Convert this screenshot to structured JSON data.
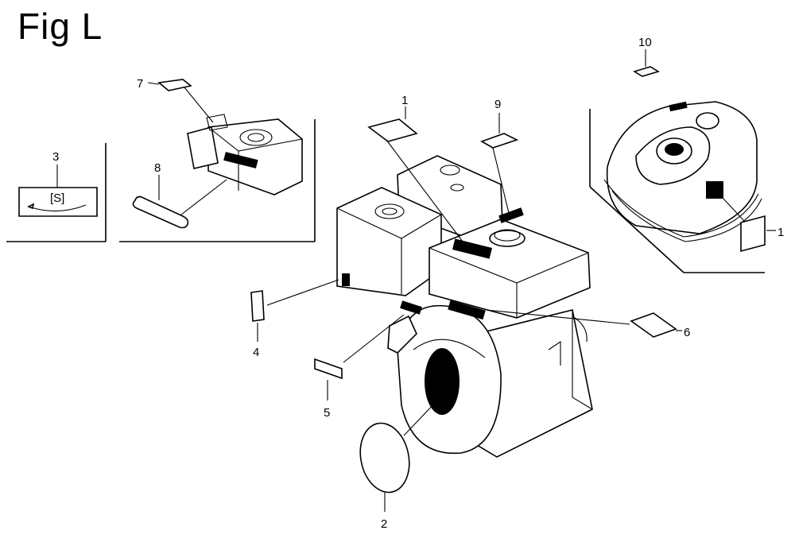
{
  "figure": {
    "title": "Fig L"
  },
  "callouts": {
    "c1_top": "1",
    "c1_right": "1",
    "c2": "2",
    "c3": "3",
    "c4": "4",
    "c5": "5",
    "c6": "6",
    "c7": "7",
    "c8": "8",
    "c9": "9",
    "c10": "10"
  },
  "inset_label": {
    "symbol": "[S]"
  }
}
